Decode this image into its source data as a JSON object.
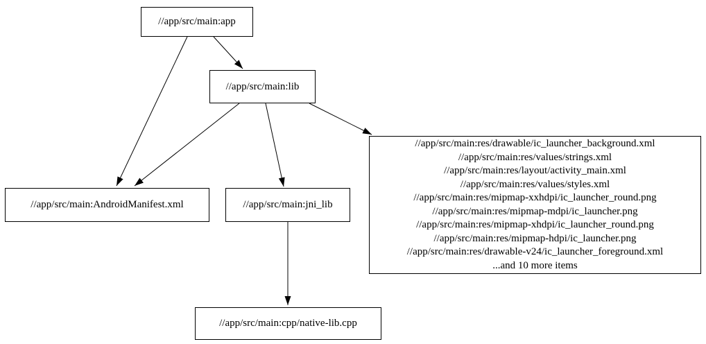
{
  "diagram": {
    "type": "dependency-graph",
    "background_color": "#ffffff",
    "node_border_color": "#000000",
    "text_color": "#000000",
    "edge_color": "#000000",
    "nodes": {
      "app": {
        "label": "//app/src/main:app"
      },
      "lib": {
        "label": "//app/src/main:lib"
      },
      "android_manifest": {
        "label": "//app/src/main:AndroidManifest.xml"
      },
      "jni_lib": {
        "label": "//app/src/main:jni_lib"
      },
      "native_lib_cpp": {
        "label": "//app/src/main:cpp/native-lib.cpp"
      },
      "res_group": {
        "lines": [
          "//app/src/main:res/drawable/ic_launcher_background.xml",
          "//app/src/main:res/values/strings.xml",
          "//app/src/main:res/layout/activity_main.xml",
          "//app/src/main:res/values/styles.xml",
          "//app/src/main:res/mipmap-xxhdpi/ic_launcher_round.png",
          "//app/src/main:res/mipmap-mdpi/ic_launcher.png",
          "//app/src/main:res/mipmap-xhdpi/ic_launcher_round.png",
          "//app/src/main:res/mipmap-hdpi/ic_launcher.png",
          "//app/src/main:res/drawable-v24/ic_launcher_foreground.xml",
          "...and 10 more items"
        ]
      }
    },
    "edges": [
      {
        "from": "app",
        "to": "android_manifest"
      },
      {
        "from": "app",
        "to": "lib"
      },
      {
        "from": "lib",
        "to": "android_manifest"
      },
      {
        "from": "lib",
        "to": "jni_lib"
      },
      {
        "from": "lib",
        "to": "res_group"
      },
      {
        "from": "jni_lib",
        "to": "native_lib_cpp"
      }
    ]
  }
}
